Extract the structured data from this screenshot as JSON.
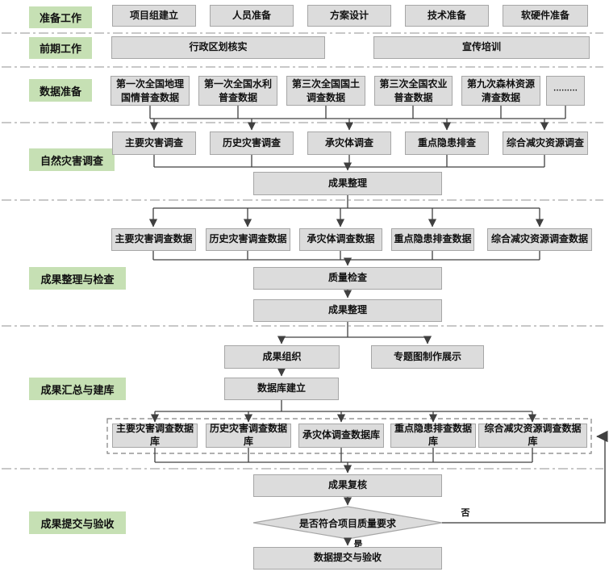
{
  "diagram": {
    "side_labels": [
      "准备工作",
      "前期工作",
      "数据准备",
      "自然灾害调查",
      "成果整理与检查",
      "成果汇总与建库",
      "成果提交与验收"
    ],
    "rows": {
      "prep": [
        "项目组建立",
        "人员准备",
        "方案设计",
        "技术准备",
        "软硬件准备"
      ],
      "early": [
        "行政区划核实",
        "宣传培训"
      ],
      "data_sources": [
        "第一次全国地理国情普查数据",
        "第一次全国水利普查数据",
        "第三次全国国土调查数据",
        "第三次全国农业普查数据",
        "第九次森林资源清查数据",
        "·········"
      ],
      "surveys": [
        "主要灾害调查",
        "历史灾害调查",
        "承灾体调查",
        "重点隐患排查",
        "综合减灾资源调查"
      ],
      "survey_data": [
        "主要灾害调查数据",
        "历史灾害调查数据",
        "承灾体调查数据",
        "重点隐患排查数据",
        "综合减灾资源调查数据"
      ],
      "databases": [
        "主要灾害调查数据库",
        "历史灾害调查数据库",
        "承灾体调查数据库",
        "重点隐患排查数据库",
        "综合减灾资源调查数据库"
      ]
    },
    "nodes": {
      "merge1": "成果整理",
      "quality_check": "质量检查",
      "merge2": "成果整理",
      "result_organization": "成果组织",
      "thematic_map": "专题图制作展示",
      "database_build": "数据库建立",
      "result_review": "成果复核",
      "decision": "是否符合项目质量要求",
      "submit": "数据提交与验收"
    },
    "edge_labels": {
      "yes": "是",
      "no": "否"
    },
    "colors": {
      "section_label_bg": "#c6e0b4",
      "node_bg": "#dcdcdc",
      "node_border": "#a6a6a6",
      "connector": "#404040",
      "separator": "#a8a8a8",
      "background": "#ffffff"
    }
  }
}
